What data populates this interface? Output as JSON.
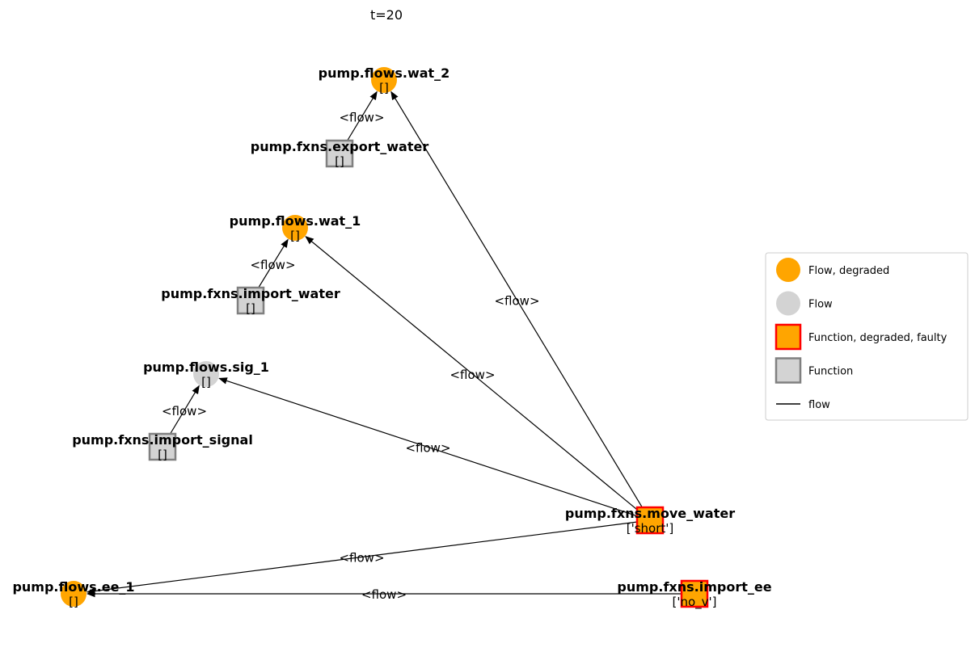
{
  "title": "t=20",
  "colors": {
    "flow_degraded": "#FFA500",
    "flow": "#D3D3D3",
    "function_fill": "#D3D3D3",
    "function_border": "#808080",
    "faulty_border": "#FF0000",
    "edge": "#000000"
  },
  "nodes": [
    {
      "id": "wat_2",
      "name": "pump.flows.wat_2",
      "state": "[]",
      "kind": "flow",
      "status": "degraded"
    },
    {
      "id": "export_water",
      "name": "pump.fxns.export_water",
      "state": "[]",
      "kind": "function",
      "status": "normal"
    },
    {
      "id": "wat_1",
      "name": "pump.flows.wat_1",
      "state": "[]",
      "kind": "flow",
      "status": "degraded"
    },
    {
      "id": "import_water",
      "name": "pump.fxns.import_water",
      "state": "[]",
      "kind": "function",
      "status": "normal"
    },
    {
      "id": "sig_1",
      "name": "pump.flows.sig_1",
      "state": "[]",
      "kind": "flow",
      "status": "normal"
    },
    {
      "id": "import_signal",
      "name": "pump.fxns.import_signal",
      "state": "[]",
      "kind": "function",
      "status": "normal"
    },
    {
      "id": "move_water",
      "name": "pump.fxns.move_water",
      "state": "['short']",
      "kind": "function",
      "status": "faulty"
    },
    {
      "id": "ee_1",
      "name": "pump.flows.ee_1",
      "state": "[]",
      "kind": "flow",
      "status": "degraded"
    },
    {
      "id": "import_ee",
      "name": "pump.fxns.import_ee",
      "state": "['no_v']",
      "kind": "function",
      "status": "faulty"
    }
  ],
  "edges": [
    {
      "from": "export_water",
      "to": "wat_2",
      "label": "<flow>"
    },
    {
      "from": "import_water",
      "to": "wat_1",
      "label": "<flow>"
    },
    {
      "from": "import_signal",
      "to": "sig_1",
      "label": "<flow>"
    },
    {
      "from": "move_water",
      "to": "wat_2",
      "label": "<flow>"
    },
    {
      "from": "move_water",
      "to": "wat_1",
      "label": "<flow>"
    },
    {
      "from": "move_water",
      "to": "sig_1",
      "label": "<flow>"
    },
    {
      "from": "move_water",
      "to": "ee_1",
      "label": "<flow>"
    },
    {
      "from": "import_ee",
      "to": "ee_1",
      "label": "<flow>"
    }
  ],
  "legend": [
    {
      "label": "Flow, degraded",
      "symbol": "circle-degraded"
    },
    {
      "label": "Flow",
      "symbol": "circle"
    },
    {
      "label": "Function, degraded, faulty",
      "symbol": "square-faulty"
    },
    {
      "label": "Function",
      "symbol": "square"
    },
    {
      "label": "flow",
      "symbol": "line"
    }
  ]
}
